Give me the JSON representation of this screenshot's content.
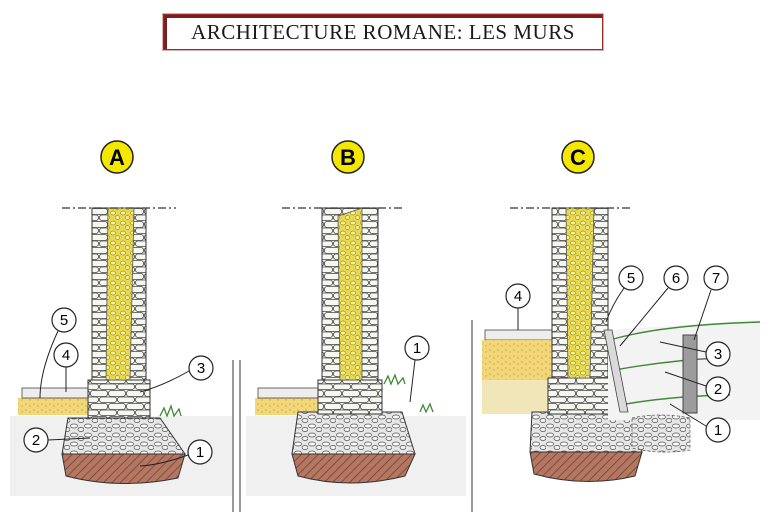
{
  "title": "ARCHITECTURE ROMANE: LES MURS",
  "panels": [
    {
      "letter": "A",
      "callouts": [
        "5",
        "4",
        "3",
        "2",
        "1"
      ]
    },
    {
      "letter": "B",
      "callouts": [
        "1"
      ]
    },
    {
      "letter": "C",
      "callouts": [
        "4",
        "5",
        "6",
        "7",
        "3",
        "2",
        "1"
      ]
    }
  ],
  "colors": {
    "badge_fill": "#f5e800",
    "mortar_fill": "#e8d84a",
    "stone": "#f4f4f0",
    "earth": "#a86a55",
    "outline": "#333333",
    "title_border": "#9a2a2a"
  }
}
